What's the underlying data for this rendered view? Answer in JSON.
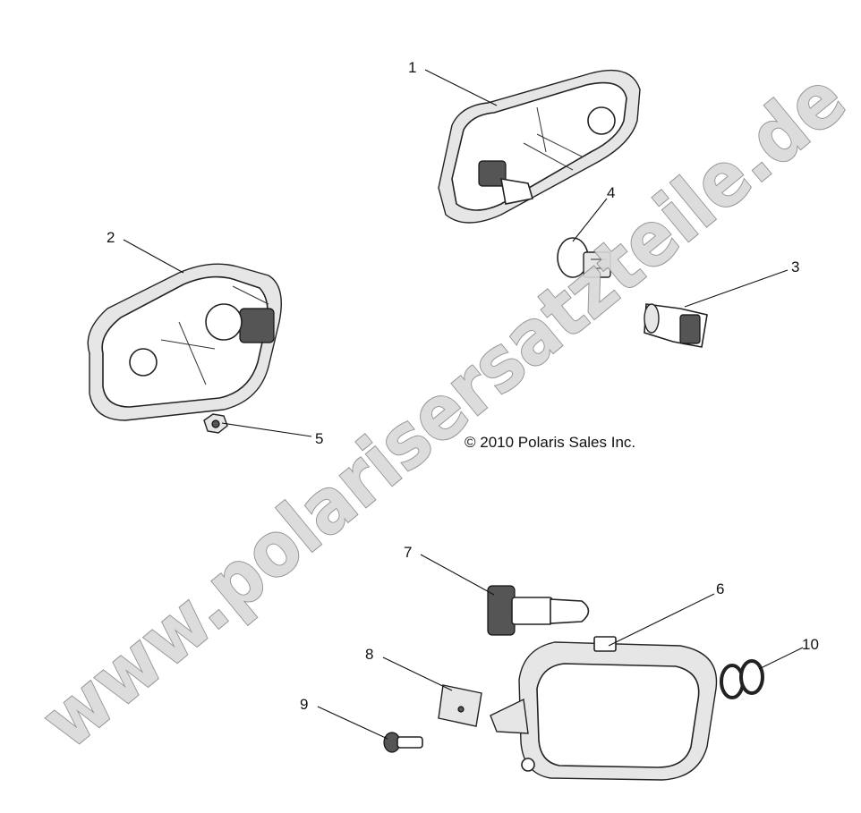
{
  "copyright": "© 2010 Polaris Sales Inc.",
  "watermark": "www.polarisersatzteile.de",
  "callouts": [
    {
      "id": "1",
      "label": "1"
    },
    {
      "id": "2",
      "label": "2"
    },
    {
      "id": "3",
      "label": "3"
    },
    {
      "id": "4",
      "label": "4"
    },
    {
      "id": "5",
      "label": "5"
    },
    {
      "id": "6",
      "label": "6"
    },
    {
      "id": "7",
      "label": "7"
    },
    {
      "id": "8",
      "label": "8"
    },
    {
      "id": "9",
      "label": "9"
    },
    {
      "id": "10",
      "label": "10"
    }
  ]
}
